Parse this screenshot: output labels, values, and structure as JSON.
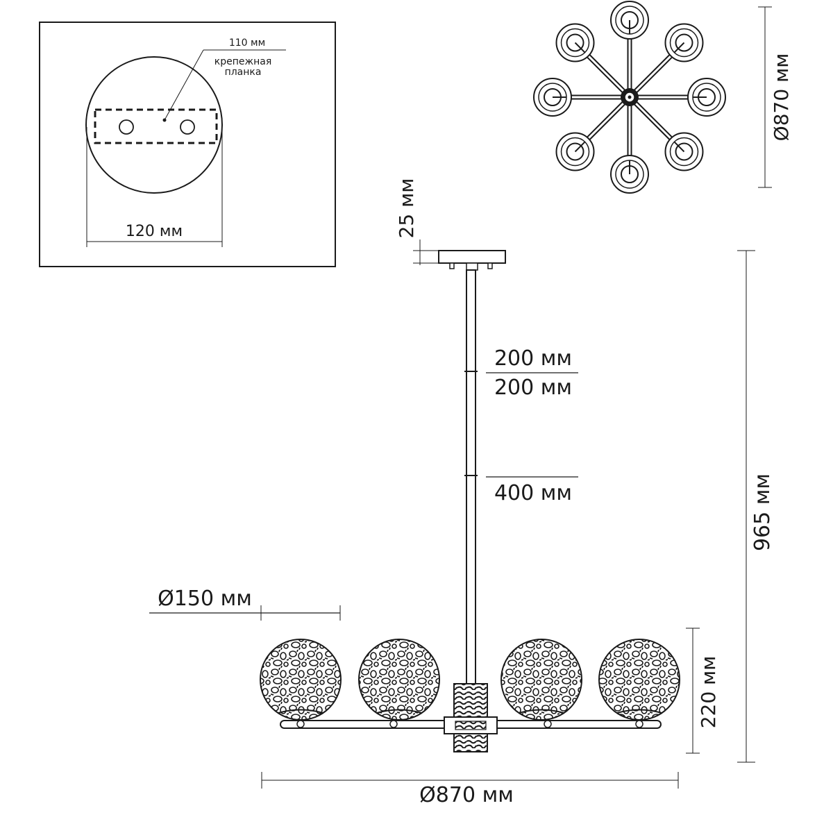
{
  "mounting_plate_inset": {
    "plate_width": "110 мм",
    "plate_name_line1": "крепежная",
    "plate_name_line2": "планка",
    "canopy_diameter": "120 мм"
  },
  "top_view": {
    "diameter": "Ø870 мм"
  },
  "side_view": {
    "canopy_height": "25 мм",
    "rod_segment_1": "200 мм",
    "rod_segment_2": "200 мм",
    "rod_segment_3": "400 мм",
    "total_height": "965 мм",
    "shade_diameter": "Ø150 мм",
    "shade_height": "220 мм",
    "overall_diameter": "Ø870 мм"
  },
  "colors": {
    "line": "#1a1a1a",
    "background": "#ffffff"
  }
}
